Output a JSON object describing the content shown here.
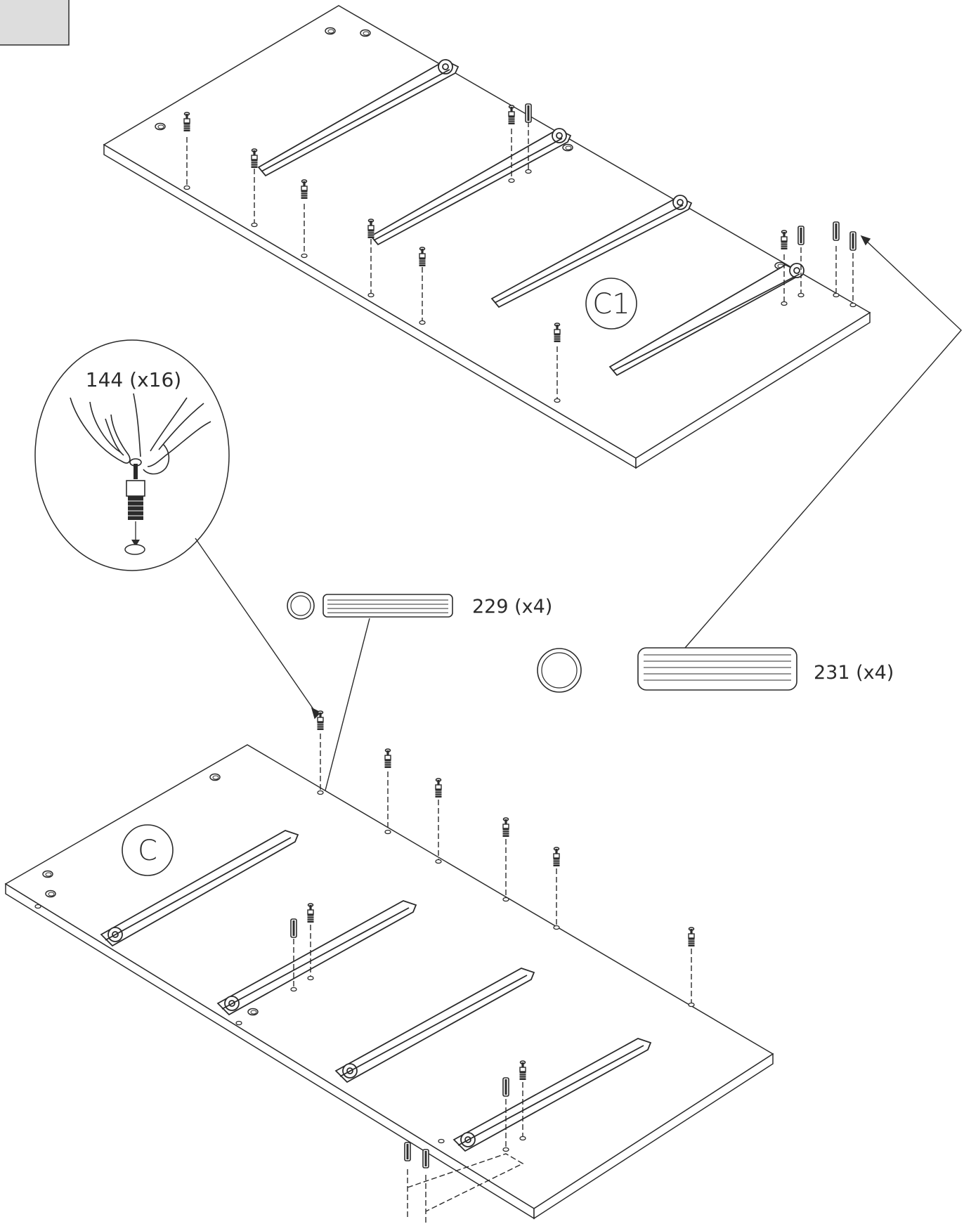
{
  "panels": {
    "top": {
      "label": "C1"
    },
    "bottom": {
      "label": "C"
    }
  },
  "callout": {
    "label": "144 (x16)"
  },
  "parts": [
    {
      "id": "p229",
      "label": "229 (x4)"
    },
    {
      "id": "p231",
      "label": "231 (x4)"
    }
  ],
  "colors": {
    "line": "#2b2b2b",
    "step_box": "#dddddd"
  },
  "icons": [
    "cam-bolt-icon",
    "wooden-dowel-icon",
    "drawer-runner-icon",
    "hand-icon"
  ]
}
